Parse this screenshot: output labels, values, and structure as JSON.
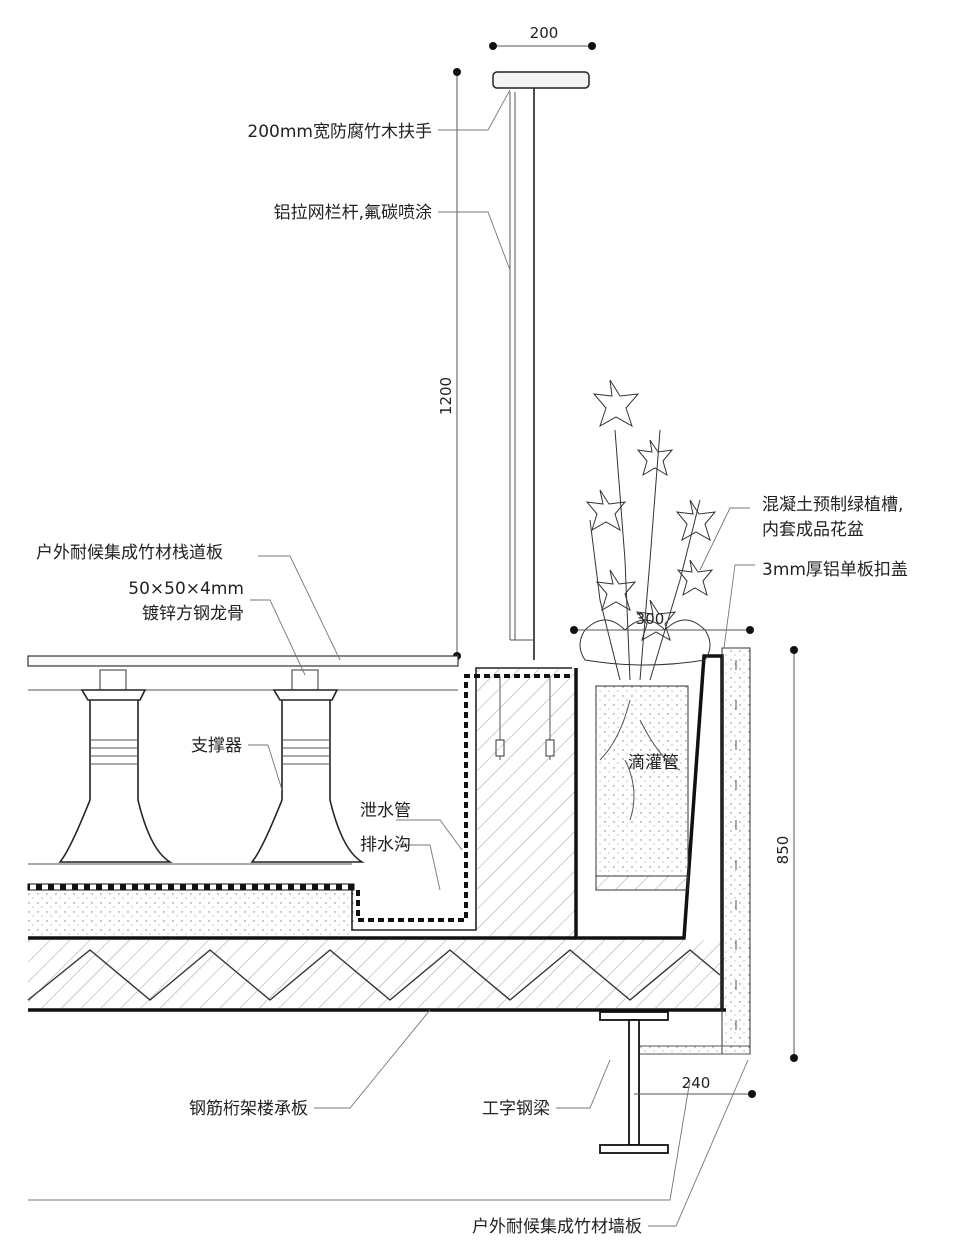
{
  "dimensions": {
    "railing_width": "200",
    "railing_height": "1200",
    "planter_width": "300",
    "planter_height": "850",
    "wall_thickness": "240"
  },
  "labels": {
    "handrail": "200mm宽防腐竹木扶手",
    "railing": "铝拉网栏杆,氟碳喷涂",
    "planter_line1": "混凝土预制绿植槽,",
    "planter_line2": "内套成品花盆",
    "cover": "3mm厚铝单板扣盖",
    "boardwalk": "户外耐候集成竹材栈道板",
    "keel_line1": "50×50×4mm",
    "keel_line2": "镀锌方钢龙骨",
    "support": "支撑器",
    "drain_pipe": "泄水管",
    "drain_ditch": "排水沟",
    "drip_pipe": "滴灌管",
    "deck_slab": "钢筋桁架楼承板",
    "steel_beam": "工字钢梁",
    "wall_board": "户外耐候集成竹材墙板"
  },
  "colors": {
    "line": "#222222",
    "leader": "#777777",
    "background": "#ffffff"
  }
}
